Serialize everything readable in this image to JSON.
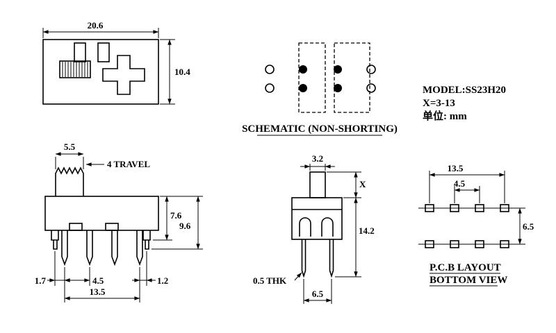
{
  "annotations": {
    "model": "MODEL:SS23H20",
    "x_range": "X=3-13",
    "unit": "单位: mm",
    "schematic_label": "SCHEMATIC (NON-SHORTING)",
    "pcb_label_1": "P.C.B LAYOUT",
    "pcb_label_2": "BOTTOM VIEW",
    "travel_label": "4 TRAVEL",
    "thk_label": "0.5 THK"
  },
  "dimensions": {
    "top_view": {
      "width": "20.6",
      "height": "10.4"
    },
    "front_view": {
      "knob_width": "5.5",
      "body_height": "7.6",
      "overall_height": "9.6",
      "pin_left_offset": "1.7",
      "pin_pitch": "4.5",
      "pin_right_offset": "1.2",
      "pin_span": "13.5"
    },
    "side_view": {
      "stem_width": "3.2",
      "stem_height": "X",
      "overall_height": "14.2",
      "pin_gap": "6.5"
    },
    "pcb_view": {
      "span": "13.5",
      "pitch": "4.5",
      "row_gap": "6.5"
    }
  }
}
